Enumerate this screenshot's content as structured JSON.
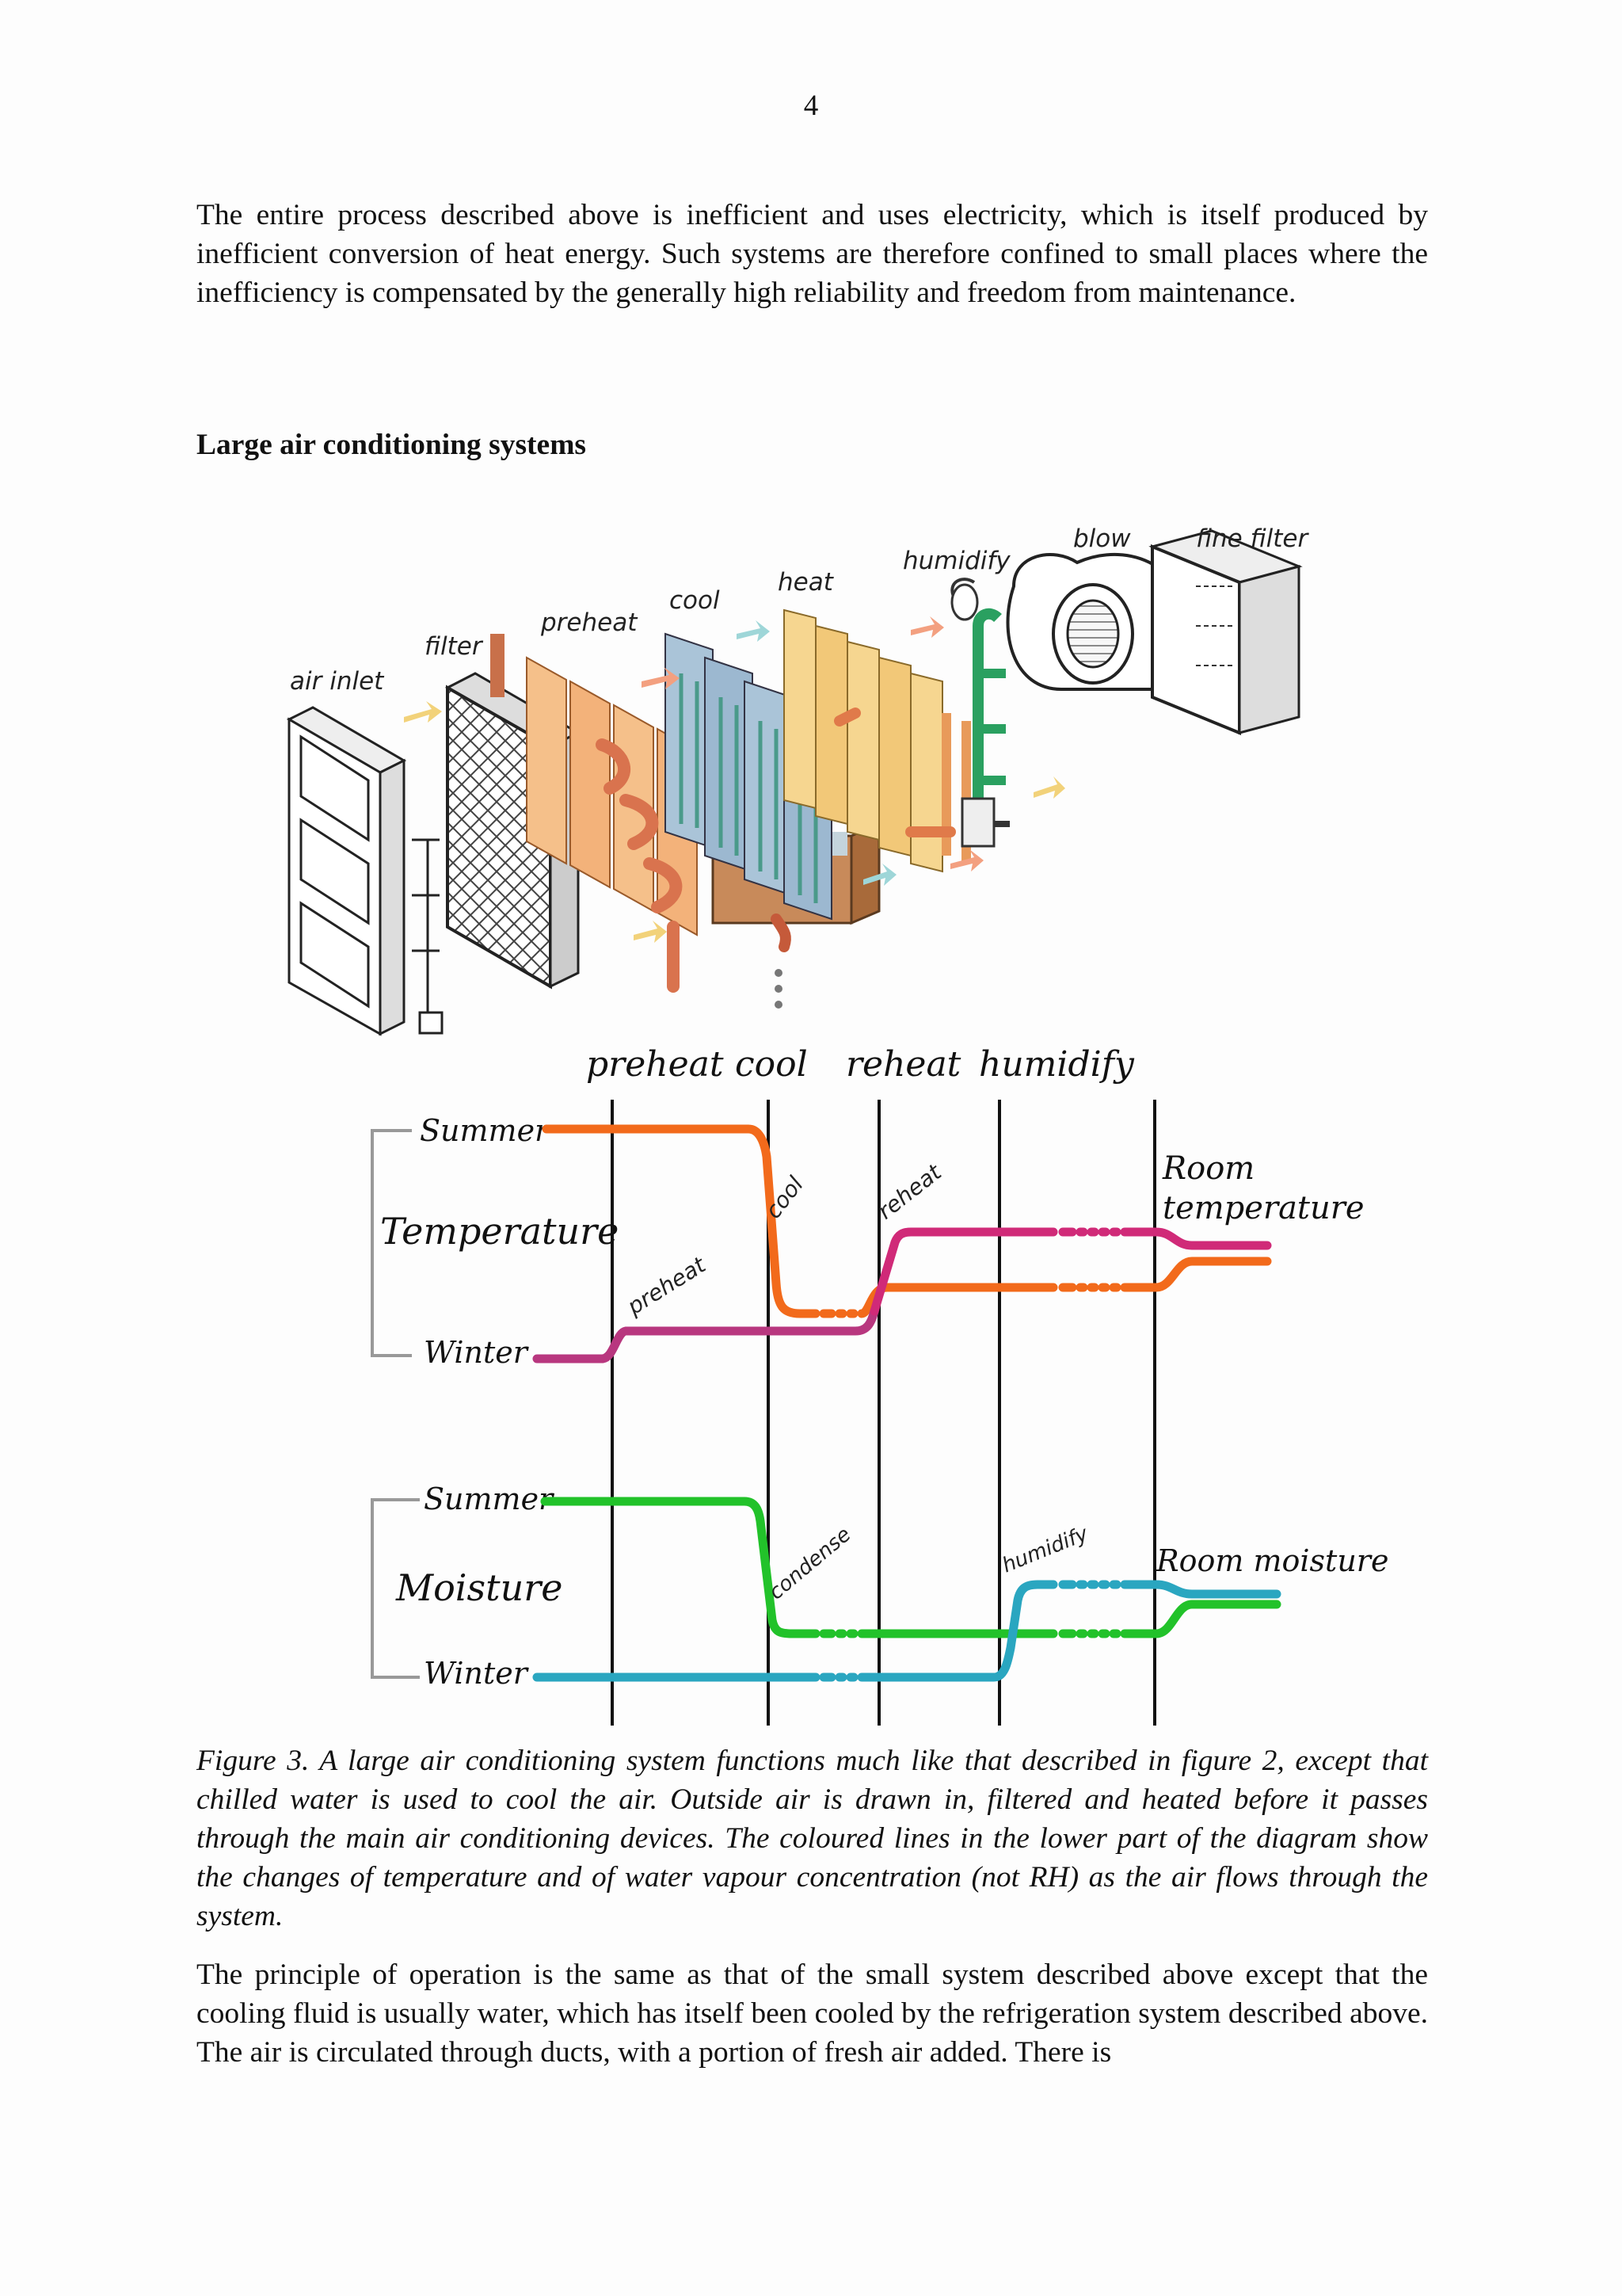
{
  "page": {
    "number": "4"
  },
  "paragraph_1": "The entire process described above is inefficient and uses electricity, which is itself produced by  inefficient conversion of heat energy. Such systems are therefore confined to small places where the inefficiency is compensated by the generally high reliability and freedom from maintenance.",
  "section_heading": "Large air conditioning systems",
  "figure": {
    "illustration_labels": {
      "air_inlet": "air inlet",
      "filter": "filter",
      "preheat": "preheat",
      "cool": "cool",
      "heat": "heat",
      "humidify": "humidify",
      "blow": "blow",
      "fine_filter": "fine filter"
    },
    "diagram": {
      "stage_labels": [
        "preheat",
        "cool",
        "reheat",
        "humidify"
      ],
      "temperature": {
        "group_label": "Temperature",
        "summer": "Summer",
        "winter": "Winter",
        "end_label_line1": "Room",
        "end_label_line2": "temperature",
        "change_labels": {
          "preheat": "preheat",
          "cool": "cool",
          "reheat": "reheat"
        }
      },
      "moisture": {
        "group_label": "Moisture",
        "summer": "Summer",
        "winter": "Winter",
        "end_label": "Room moisture",
        "change_labels": {
          "condense": "condense",
          "humidify": "humidify"
        }
      },
      "colors": {
        "temp_summer": "#f26a1b",
        "temp_winter": "#b8377f",
        "reheat_line": "#d02a78",
        "moist_summer": "#22c22a",
        "moist_winter": "#2aa6c0"
      }
    },
    "caption": "Figure 3. A large air conditioning system functions much like that described in figure 2, except that chilled water is used to cool the air. Outside air is drawn in, filtered and heated before it passes through the main air conditioning devices. The coloured lines in the lower part of the diagram show the changes of temperature and of water vapour concentration (not RH) as the air flows through the system."
  },
  "paragraph_2": "The principle of operation is the same as that of the small system described above except that the cooling fluid is usually water, which has itself been cooled by the refrigeration system described above. The air is circulated through ducts, with a portion of fresh air added. There is"
}
